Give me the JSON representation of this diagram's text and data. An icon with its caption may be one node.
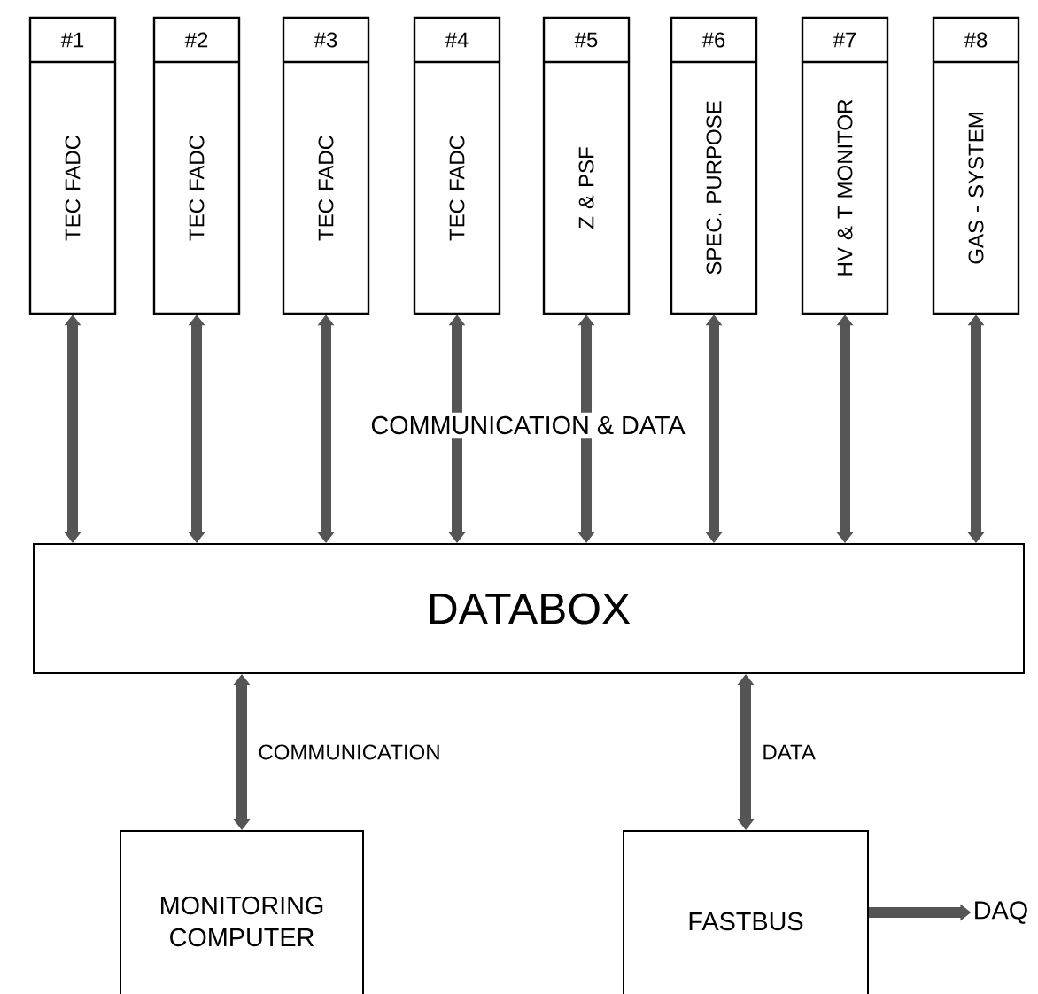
{
  "diagram": {
    "nodes": [
      {
        "text": [
          "#1",
          "TEC FADC"
        ]
      },
      {
        "text": [
          "#2",
          "TEC FADC"
        ]
      },
      {
        "text": [
          "#3",
          "TEC FADC"
        ]
      },
      {
        "text": [
          "#4",
          "TEC FADC"
        ]
      },
      {
        "text": [
          "#5",
          "Z & PSF"
        ]
      },
      {
        "text": [
          "#6",
          "SPEC. PURPOSE"
        ]
      },
      {
        "text": [
          "#7",
          "HV & T MONITOR"
        ]
      },
      {
        "text": [
          "#8",
          "GAS - SYSTEM"
        ]
      },
      {
        "text": [
          "DATABOX"
        ]
      },
      {
        "text": [
          "MONITORING COMPUTER"
        ]
      },
      {
        "text": [
          "FASTBUS"
        ]
      },
      {
        "text": [
          "DAQ"
        ]
      }
    ],
    "edges": [
      {
        "from": 0,
        "to": 8,
        "arrow": "both"
      },
      {
        "from": 1,
        "to": 8,
        "arrow": "both"
      },
      {
        "from": 2,
        "to": 8,
        "arrow": "both"
      },
      {
        "from": 3,
        "to": 8,
        "arrow": "both"
      },
      {
        "from": 4,
        "to": 8,
        "arrow": "both"
      },
      {
        "from": 5,
        "to": 8,
        "arrow": "both"
      },
      {
        "from": 6,
        "to": 8,
        "arrow": "both"
      },
      {
        "from": 7,
        "to": 8,
        "arrow": "both"
      },
      {
        "from": 8,
        "to": 9,
        "arrow": "both",
        "label": "COMMUNICATION"
      },
      {
        "from": 8,
        "to": 10,
        "arrow": "both",
        "label": "DATA"
      },
      {
        "from": 10,
        "to": 11,
        "arrow": "to"
      }
    ],
    "labels": [
      "COMMUNICATION & DATA"
    ]
  }
}
